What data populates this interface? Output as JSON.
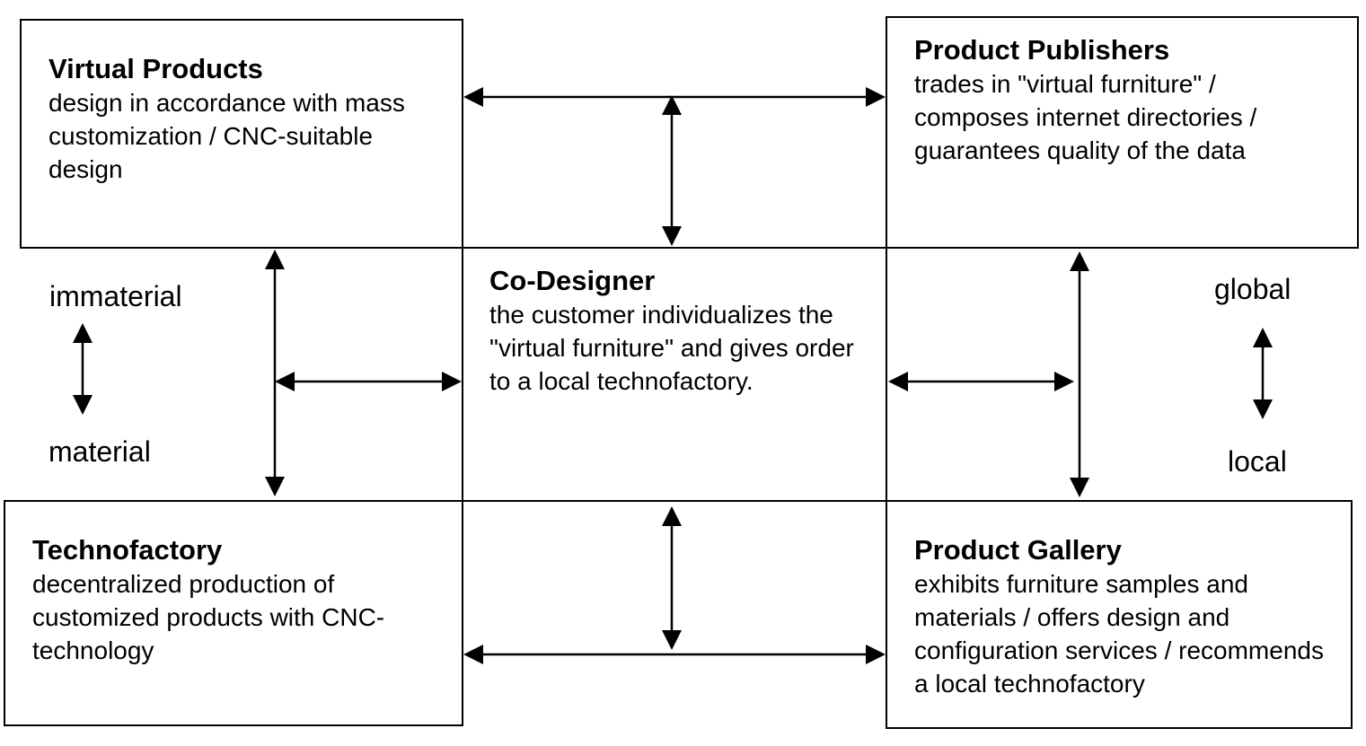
{
  "boxes": {
    "virtual_products": {
      "title": "Virtual Products",
      "body": "design in accordance with mass customization / CNC-suitable design"
    },
    "product_publishers": {
      "title": "Product Publishers",
      "body": "trades in \"virtual furniture\" / composes internet directories / guarantees quality of the data"
    },
    "co_designer": {
      "title": "Co-Designer",
      "body": "the customer individualizes the \"virtual furniture\" and gives order to a local technofactory."
    },
    "technofactory": {
      "title": "Technofactory",
      "body": "decentralized production of customized products with CNC-technology"
    },
    "product_gallery": {
      "title": "Product Gallery",
      "body": "exhibits furniture samples and materials / offers design and configuration services / recommends a local technofactory"
    }
  },
  "axes": {
    "left": {
      "top": "immaterial",
      "bottom": "material"
    },
    "right": {
      "top": "global",
      "bottom": "local"
    }
  }
}
